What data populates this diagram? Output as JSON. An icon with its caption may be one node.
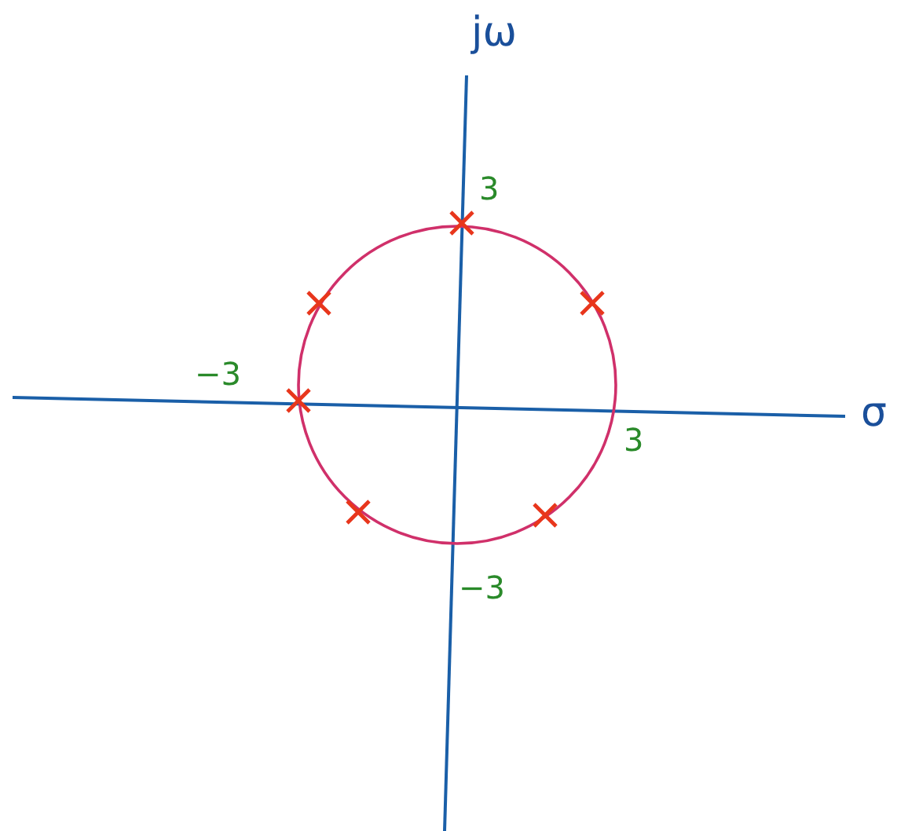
{
  "diagram": {
    "labels": [
      "jω",
      "3",
      "−3",
      "3",
      "σ",
      "−3"
    ]
  }
}
